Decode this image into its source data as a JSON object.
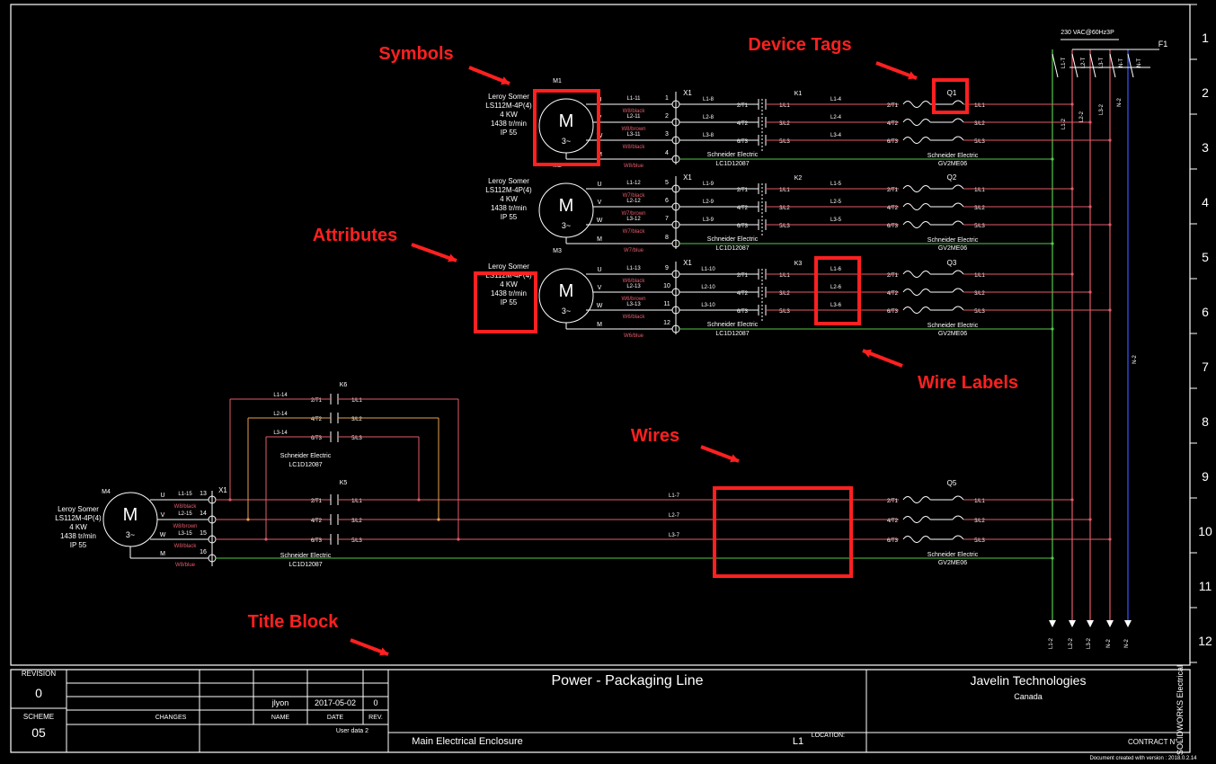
{
  "colors": {
    "red_wire": "#e25b6a",
    "orange_wire": "#e8a050",
    "green_wire": "#56c94a",
    "blue_wire": "#3a58ff",
    "annotation": "#ff2020",
    "line": "#ffffff"
  },
  "annotations": {
    "symbols": "Symbols",
    "device_tags": "Device Tags",
    "attributes": "Attributes",
    "wire_labels": "Wire Labels",
    "wires": "Wires",
    "title_block": "Title Block"
  },
  "ruler": [
    "1",
    "2",
    "3",
    "4",
    "5",
    "6",
    "7",
    "8",
    "9",
    "10",
    "11",
    "12"
  ],
  "supply": {
    "tag": "F1",
    "voltage": "230 VAC@60Hz3P",
    "bus_labels": [
      "L1-T",
      "L2-T",
      "L3-T",
      "N-T",
      "N-T"
    ],
    "ref_labels": [
      "L1-2",
      "L2-2",
      "L3-2",
      "N-2"
    ],
    "bottom_labels": [
      "L1-2",
      "L2-2",
      "L3-2",
      "N-2",
      "N-2"
    ]
  },
  "motors": [
    {
      "tag": "M1",
      "symbol": "M",
      "phase": "3~",
      "attrs": [
        "Leroy Somer",
        "LS112M-4P(4)",
        "4 KW",
        "1438 tr/min",
        "IP 55"
      ],
      "terminals": [
        "U",
        "V",
        "W",
        "M"
      ],
      "pins": [
        "1",
        "2",
        "3",
        "4"
      ],
      "wires_top": [
        "L1-11",
        "L2-11",
        "L3-11"
      ],
      "cables": [
        "W8/black",
        "W8/brown",
        "W8/black",
        "W8/blue"
      ],
      "contactor": "K1",
      "contact_labels": [
        "2/T1",
        "4/T2",
        "6/T3",
        "1/L1",
        "3/L2",
        "5/L3"
      ],
      "contactor_make": "Schneider Electric",
      "contactor_model": "LC1D12087",
      "mid_wires": [
        "L1-8",
        "L2-8",
        "L3-8"
      ],
      "breaker": "Q1",
      "breaker_wires": [
        "L1-4",
        "L2-4",
        "L3-4"
      ],
      "breaker_make": "Schneider Electric",
      "breaker_model": "GV2ME06"
    },
    {
      "tag": "M2",
      "symbol": "M",
      "phase": "3~",
      "attrs": [
        "Leroy Somer",
        "LS112M-4P(4)",
        "4 KW",
        "1438 tr/min",
        "IP 55"
      ],
      "terminals": [
        "U",
        "V",
        "W",
        "M"
      ],
      "pins": [
        "5",
        "6",
        "7",
        "8"
      ],
      "wires_top": [
        "L1-12",
        "L2-12",
        "L3-12"
      ],
      "cables": [
        "W7/black",
        "W7/brown",
        "W7/black",
        "W7/blue"
      ],
      "contactor": "K2",
      "contact_labels": [
        "2/T1",
        "4/T2",
        "6/T3",
        "1/L1",
        "3/L2",
        "5/L3"
      ],
      "contactor_make": "Schneider Electric",
      "contactor_model": "LC1D12087",
      "mid_wires": [
        "L1-9",
        "L2-9",
        "L3-9"
      ],
      "breaker": "Q2",
      "breaker_wires": [
        "L1-5",
        "L2-5",
        "L3-5"
      ],
      "breaker_make": "Schneider Electric",
      "breaker_model": "GV2ME06"
    },
    {
      "tag": "M3",
      "symbol": "M",
      "phase": "3~",
      "attrs": [
        "Leroy Somer",
        "LS112M-4P(4)",
        "4 KW",
        "1438 tr/min",
        "IP 55"
      ],
      "terminals": [
        "U",
        "V",
        "W",
        "M"
      ],
      "pins": [
        "9",
        "10",
        "11",
        "12"
      ],
      "wires_top": [
        "L1-13",
        "L2-13",
        "L3-13"
      ],
      "cables": [
        "W6/black",
        "W6/brown",
        "W6/black",
        "W6/blue"
      ],
      "contactor": "K3",
      "contact_labels": [
        "2/T1",
        "4/T2",
        "6/T3",
        "1/L1",
        "3/L2",
        "5/L3"
      ],
      "contactor_make": "Schneider Electric",
      "contactor_model": "LC1D12087",
      "mid_wires": [
        "L1-10",
        "L2-10",
        "L3-10"
      ],
      "breaker": "Q3",
      "breaker_wires": [
        "L1-6",
        "L2-6",
        "L3-6"
      ],
      "breaker_make": "Schneider Electric",
      "breaker_model": "GV2ME06"
    }
  ],
  "motor4": {
    "tag": "M4",
    "symbol": "M",
    "phase": "3~",
    "attrs": [
      "Leroy Somer",
      "LS112M-4P(4)",
      "4 KW",
      "1438 tr/min",
      "IP 55"
    ],
    "terminals": [
      "U",
      "V",
      "W",
      "M"
    ],
    "pins": [
      "13",
      "14",
      "15",
      "16"
    ],
    "wires_top": [
      "L1-15",
      "L2-15",
      "L3-15"
    ],
    "cables": [
      "W8/black",
      "W8/brown",
      "W8/black",
      "W8/blue"
    ],
    "rev_contactor": "K6",
    "rev_wires": [
      "L1-14",
      "L2-14",
      "L3-14"
    ],
    "fwd_contactor": "K5",
    "contact_labels": [
      "2/T1",
      "4/T2",
      "6/T3",
      "1/L1",
      "3/L2",
      "5/L3"
    ],
    "contactor_make": "Schneider Electric",
    "contactor_model": "LC1D12087",
    "long_wires": [
      "L1-7",
      "L2-7",
      "L3-7"
    ],
    "breaker": "Q5",
    "breaker_make": "Schneider Electric",
    "breaker_model": "GV2ME06"
  },
  "terminal_strip": "X1",
  "title_block": {
    "company": "Javelin Technologies",
    "country": "Canada",
    "title": "Power - Packaging Line",
    "location_label": "LOCATION:",
    "location_value": "L1",
    "enclosure": "Main Electrical Enclosure",
    "user_data": "User data 2",
    "revision_label": "REVISION",
    "revision_value": "0",
    "scheme_label": "SCHEME",
    "scheme_value": "05",
    "changes_label": "CHANGES",
    "name_label": "NAME",
    "date_label": "DATE",
    "rev_label": "REV.",
    "rev_row": [
      "0",
      "2017-05-02",
      "jlyon"
    ],
    "contract_label": "CONTRACT N° :",
    "software": "SOLIDWORKS Electrical",
    "created_with": "Document created with version : 2018.0.2.14"
  }
}
